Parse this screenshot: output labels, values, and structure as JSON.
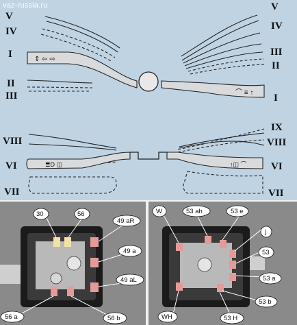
{
  "watermark": "vaz-russia.ru",
  "upper_lever": {
    "left_positions": [
      "V",
      "IV",
      "I",
      "II",
      "III"
    ],
    "right_positions": [
      "V",
      "IV",
      "III",
      "II",
      "I"
    ]
  },
  "lower_lever": {
    "left_positions": [
      "VIII",
      "VI",
      "VII"
    ],
    "right_positions": [
      "IX",
      "VIII",
      "VI",
      "VII"
    ]
  },
  "left_photo": {
    "labels": [
      "30",
      "56",
      "49 aR",
      "49 a",
      "49 aL",
      "56 a",
      "56 b"
    ]
  },
  "right_photo": {
    "labels": [
      "W",
      "53 ah",
      "53 e",
      "j",
      "53",
      "53 a",
      "53 b",
      "53 H",
      "WH"
    ]
  },
  "colors": {
    "background": "#bfd3e3",
    "lever_fill": "#d9dadb",
    "photo_bg": "#7f7f80",
    "terminal": "#e59a9a"
  }
}
